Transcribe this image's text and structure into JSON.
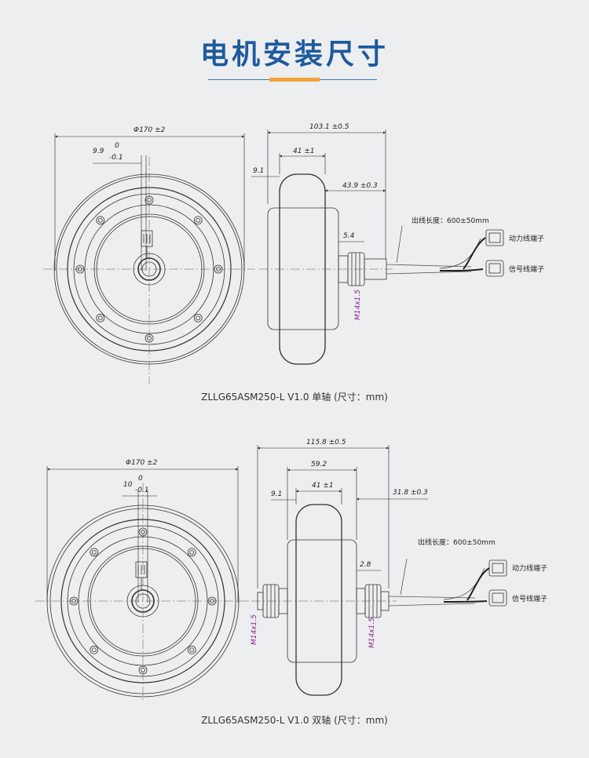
{
  "title": "电机安装尺寸",
  "colors": {
    "title": "#1e5a9e",
    "accent": "#f2a33a",
    "background": "#eceef0",
    "metric_thread": "#8a1f8a"
  },
  "drawing1": {
    "caption": "ZLLG65ASM250-L V1.0 单轴 (尺寸：mm)",
    "diameter": "Φ170 ±2",
    "offset": "9.9",
    "offset_tol_upper": "0",
    "offset_tol_lower": "-0.1",
    "overall_width": "103.1 ±0.5",
    "tire_width": "41 ±1",
    "flange": "9.1",
    "shaft_length": "43.9 ±0.3",
    "shaft_step": "5.4",
    "thread": "M14x1.5",
    "cable_length": "出线长度：600±50mm",
    "power_connector": "动力线端子",
    "signal_connector": "信号线端子"
  },
  "drawing2": {
    "caption": "ZLLG65ASM250-L V1.0 双轴 (尺寸：mm)",
    "diameter": "Φ170 ±2",
    "offset": "10",
    "offset_tol_upper": "0",
    "offset_tol_lower": "-0.1",
    "overall_width": "115.8 ±0.5",
    "inner_width": "59.2",
    "tire_width": "41 ±1",
    "flange": "9.1",
    "shaft_length": "31.8 ±0.3",
    "shaft_step": "2.8",
    "thread_left": "M14x1.5",
    "thread_right": "M14x1.5",
    "cable_length": "出线长度：600±50mm",
    "power_connector": "动力线端子",
    "signal_connector": "信号线端子"
  }
}
